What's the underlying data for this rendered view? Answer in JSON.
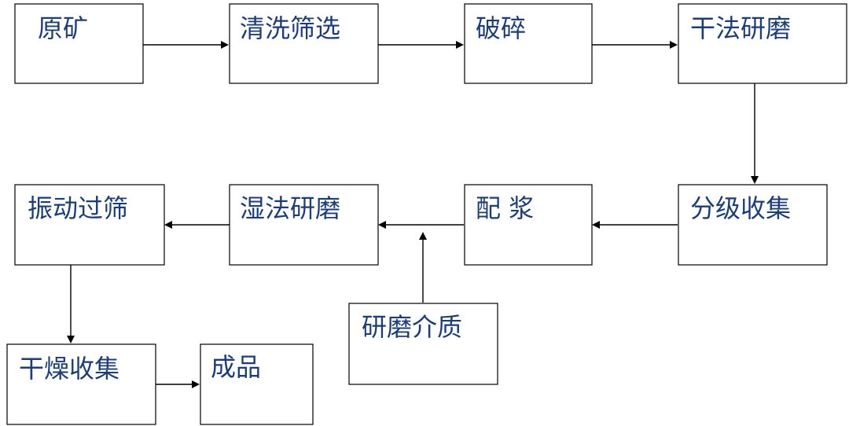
{
  "diagram": {
    "type": "process-flowchart",
    "colors": {
      "text": "#1f3d73",
      "border": "#000000",
      "arrow": "#000000",
      "background": "#ffffff"
    },
    "nodes": {
      "raw_ore": "原矿",
      "washing_screening": "清洗筛选",
      "crushing": "破碎",
      "dry_grinding": "干法研磨",
      "classification_collection": "分级收集",
      "slurry_preparation": "配 浆",
      "wet_grinding": "湿法研磨",
      "vibrating_screening": "振动过筛",
      "grinding_media": "研磨介质",
      "drying_collection": "干燥收集",
      "finished_product": "成品"
    },
    "flow": [
      [
        "raw_ore",
        "washing_screening"
      ],
      [
        "washing_screening",
        "crushing"
      ],
      [
        "crushing",
        "dry_grinding"
      ],
      [
        "dry_grinding",
        "classification_collection"
      ],
      [
        "classification_collection",
        "slurry_preparation"
      ],
      [
        "slurry_preparation",
        "wet_grinding"
      ],
      [
        "grinding_media",
        "wet_grinding"
      ],
      [
        "wet_grinding",
        "vibrating_screening"
      ],
      [
        "vibrating_screening",
        "drying_collection"
      ],
      [
        "drying_collection",
        "finished_product"
      ]
    ]
  }
}
